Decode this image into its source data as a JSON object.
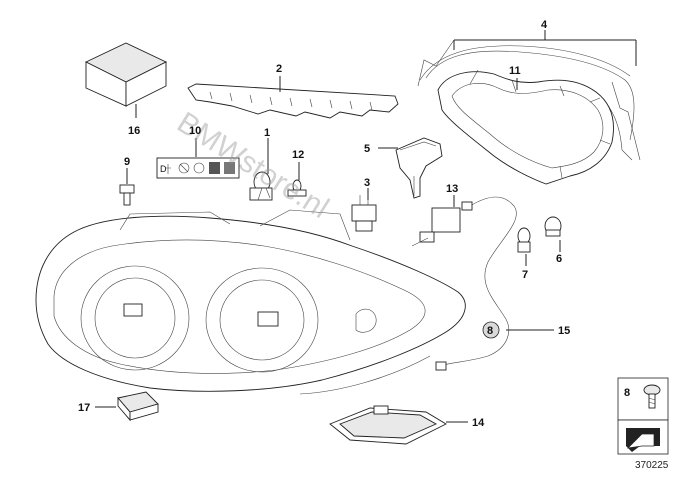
{
  "diagram": {
    "callouts": [
      "1",
      "2",
      "3",
      "4",
      "5",
      "6",
      "7",
      "8",
      "9",
      "10",
      "11",
      "12",
      "13",
      "14",
      "15",
      "16",
      "17"
    ],
    "watermark": "BMWstore.nl",
    "legend_number": "8",
    "diagram_id": "370225"
  }
}
